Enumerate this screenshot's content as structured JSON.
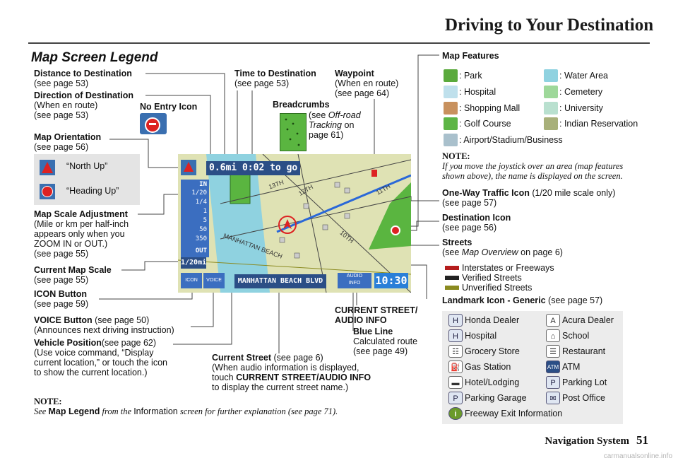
{
  "header": {
    "title": "Driving to Your Destination"
  },
  "legend_title": "Map Screen Legend",
  "left_labels": {
    "distance": {
      "title": "Distance to Destination",
      "ref": "(see page 53)"
    },
    "direction": {
      "title": "Direction of Destination",
      "l1": "(When en route)",
      "l2": "(see page 53)"
    },
    "no_entry": "No Entry Icon",
    "orientation": {
      "title": "Map Orientation",
      "ref": "(see page 56)",
      "north_up": "“North Up”",
      "heading_up": "“Heading Up”"
    },
    "scale_adj": {
      "title": "Map Scale Adjustment",
      "l1": "(Mile or km per half-inch",
      "l2": "appears only when you",
      "l3": "ZOOM IN or OUT.)",
      "l4": "(see page 55)"
    },
    "current_scale": {
      "title": "Current Map Scale",
      "ref": "(see page 55)"
    },
    "icon_button": {
      "title": "ICON Button",
      "ref": "(see page 59)"
    },
    "voice_button": {
      "title": "VOICE Button",
      "ref": " (see page 50)",
      "l1": "(Announces next driving instruction)"
    },
    "vehicle_pos": {
      "title": "Vehicle Position",
      "ref": "(see page 62)",
      "l1": "(Use voice command, “Display",
      "l2": "current location,” or touch the icon",
      "l3": "to show the current location.)"
    }
  },
  "top_labels": {
    "time": {
      "title": "Time to Destination",
      "ref": "(see page 53)"
    },
    "waypoint": {
      "title": "Waypoint",
      "l1": "(When en route)",
      "l2": "(see page 64)"
    },
    "breadcrumbs": {
      "title": "Breadcrumbs",
      "see": "(see ",
      "see_it": "Off-road",
      "l2": "Tracking",
      "l2b": " on",
      "l3": "page 61)"
    }
  },
  "bottom_labels": {
    "current_street": {
      "title": "Current Street",
      "ref": " (see page 6)",
      "l1": "(When audio information is displayed,",
      "l2a": "touch ",
      "l2b": "CURRENT STREET/AUDIO INFO",
      "l3": "to display the current street name.)"
    },
    "street_audio": {
      "l1": "CURRENT STREET/",
      "l2": "AUDIO INFO"
    },
    "blue_line": {
      "title": "Blue Line",
      "l1": "Calculated route",
      "l2": "(see page 49)"
    }
  },
  "map_features": {
    "title": "Map Features",
    "items": [
      {
        "label": ": Park",
        "color": "#5aaa3c"
      },
      {
        "label": ": Water Area",
        "color": "#8fd2e0"
      },
      {
        "label": ": Hospital",
        "color": "#bfe0ec"
      },
      {
        "label": ": Cemetery",
        "color": "#9ed89a"
      },
      {
        "label": ": Shopping Mall",
        "color": "#c8915e"
      },
      {
        "label": ": University",
        "color": "#b9e0cf"
      },
      {
        "label": ": Golf Course",
        "color": "#5db545"
      },
      {
        "label": ": Indian Reservation",
        "color": "#a8b07a"
      },
      {
        "label": ": Airport/Stadium/Business",
        "color": "#a9c0cc"
      }
    ]
  },
  "feature_note": {
    "label": "NOTE:",
    "l1": "If you move the joystick over an area (map features",
    "l2": "shown above), the name is displayed on the screen."
  },
  "right_labels": {
    "oneway": {
      "title": "One-Way Traffic Icon",
      "suffix": " (1/20 mile scale only)",
      "ref": "(see page 57)"
    },
    "destination": {
      "title": "Destination Icon",
      "ref": "(see page 56)"
    },
    "streets": {
      "title": "Streets",
      "see": "(see ",
      "see_it": "Map Overview",
      "see_end": " on page 6)"
    },
    "street_types": [
      {
        "label": "Interstates or Freeways",
        "color": "#b51d1d"
      },
      {
        "label": "Verified Streets",
        "color": "#222222"
      },
      {
        "label": "Unverified Streets",
        "color": "#8a8a20"
      }
    ],
    "landmark": {
      "title": "Landmark Icon - Generic",
      "ref": " (see page 57)"
    }
  },
  "landmarks": [
    {
      "label": "Honda Dealer",
      "icon": "honda-dealer-icon",
      "glyph": "H"
    },
    {
      "label": "Acura Dealer",
      "icon": "acura-dealer-icon",
      "glyph": "A"
    },
    {
      "label": "Hospital",
      "icon": "hospital-icon",
      "glyph": "H"
    },
    {
      "label": "School",
      "icon": "school-icon",
      "glyph": "⌂"
    },
    {
      "label": "Grocery Store",
      "icon": "grocery-store-icon",
      "glyph": "☷"
    },
    {
      "label": "Restaurant",
      "icon": "restaurant-icon",
      "glyph": "☰"
    },
    {
      "label": "Gas Station",
      "icon": "gas-station-icon",
      "glyph": "⛽"
    },
    {
      "label": "ATM",
      "icon": "atm-icon",
      "glyph": "ATM"
    },
    {
      "label": "Hotel/Lodging",
      "icon": "hotel-icon",
      "glyph": "▬"
    },
    {
      "label": "Parking Lot",
      "icon": "parking-lot-icon",
      "glyph": "P"
    },
    {
      "label": "Parking Garage",
      "icon": "parking-garage-icon",
      "glyph": "P"
    },
    {
      "label": "Post Office",
      "icon": "post-office-icon",
      "glyph": "✉"
    },
    {
      "label": "Freeway Exit Information",
      "icon": "freeway-exit-icon",
      "glyph": "i"
    }
  ],
  "screen": {
    "distance": "0.6mi",
    "time": "0:02",
    "to_go": "to go",
    "scale_in": "IN",
    "scale_out": "OUT",
    "scales": [
      "1/20",
      "1/4",
      "1",
      "5",
      "50",
      "350"
    ],
    "current_scale": "1/20mi",
    "icon_btn": "ICON",
    "voice_btn": "VOICE",
    "street_name": "MANHATTAN BEACH BLVD",
    "audio1": "AUDIO",
    "audio2": "INFO",
    "clock": "10:30",
    "streets": {
      "s13": "13TH",
      "s12": "12TH",
      "s11": "11TH",
      "s10": "10TH",
      "beach": "MANHATTAN BEACH"
    }
  },
  "bottom_note": {
    "label": "NOTE:",
    "see": "See ",
    "bold": "Map Legend",
    "from": " from the ",
    "info": "Information",
    "rest": " screen for further explanation (see page 71)."
  },
  "footer": {
    "section": "Navigation System",
    "page": "51"
  },
  "watermark": "carmanualsonline.info"
}
